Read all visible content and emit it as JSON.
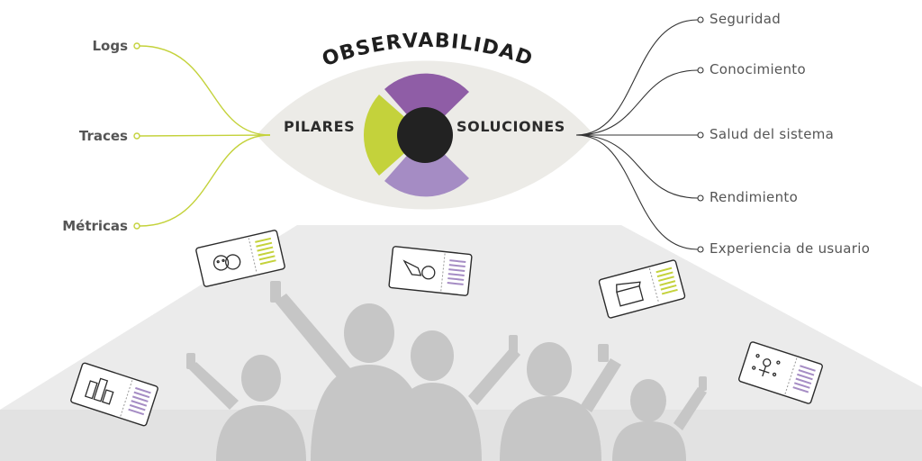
{
  "title": "OBSERVABILIDAD",
  "eye": {
    "left_label": "PILARES",
    "right_label": "SOLUCIONES"
  },
  "pillars": [
    "Logs",
    "Traces",
    "Métricas"
  ],
  "solutions": [
    "Seguridad",
    "Conocimiento",
    "Salud del sistema",
    "Rendimiento",
    "Experiencia de usuario"
  ],
  "tickets": [
    {
      "icon": "theater-masks-icon"
    },
    {
      "icon": "soccer-boot-ball-icon"
    },
    {
      "icon": "clapperboard-icon"
    },
    {
      "icon": "city-buildings-icon"
    },
    {
      "icon": "performer-lights-icon"
    }
  ],
  "colors": {
    "accent_green": "#c4d23b",
    "accent_purple": "#8f5da6",
    "light_purple": "#a58cc4",
    "eye_bg": "#eceae6",
    "iris_center": "#222222",
    "crowd": "#c8c8c8"
  }
}
